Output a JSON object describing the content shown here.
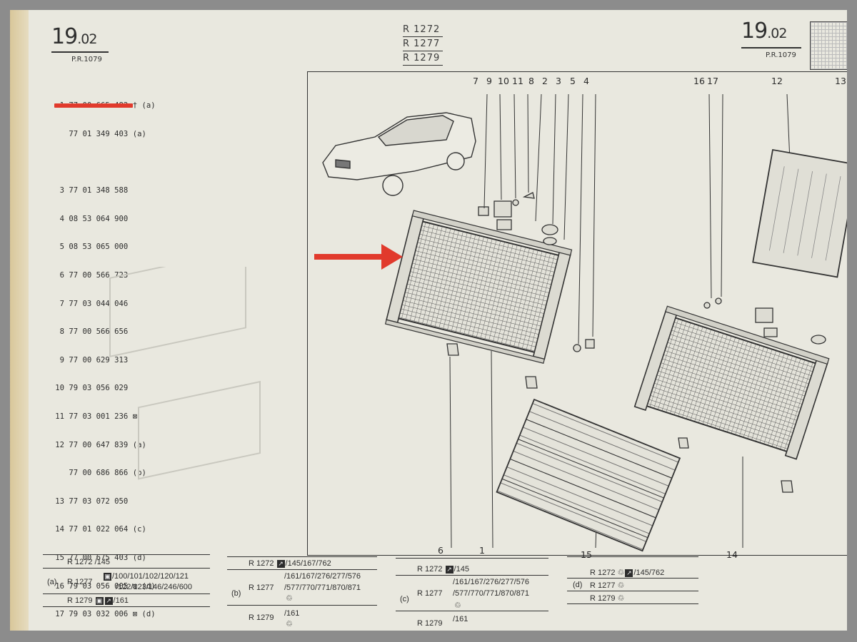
{
  "page_left": {
    "number": "19",
    "sub": ".02",
    "pr": "P.R.1079"
  },
  "page_right": {
    "number": "19",
    "sub": ".02",
    "pr": "P.R.1079"
  },
  "models_top": [
    "R 1272",
    "R 1277",
    "R 1279"
  ],
  "parts": [
    {
      "no": "1",
      "ref": "77 00 665 482",
      "note": "(a)",
      "sym": "†"
    },
    {
      "no": "",
      "ref": "77 01 349 403",
      "note": "(a)",
      "sym": ""
    },
    {
      "no": "3",
      "ref": "77 01 348 588",
      "note": "",
      "sym": ""
    },
    {
      "no": "4",
      "ref": "08 53 064 900",
      "note": "",
      "sym": ""
    },
    {
      "no": "5",
      "ref": "08 53 065 000",
      "note": "",
      "sym": ""
    },
    {
      "no": "6",
      "ref": "77 00 566 723",
      "note": "",
      "sym": ""
    },
    {
      "no": "7",
      "ref": "77 03 044 046",
      "note": "",
      "sym": ""
    },
    {
      "no": "8",
      "ref": "77 00 566 656",
      "note": "",
      "sym": ""
    },
    {
      "no": "9",
      "ref": "77 00 629 313",
      "note": "",
      "sym": ""
    },
    {
      "no": "10",
      "ref": "79 03 056 029",
      "note": "",
      "sym": ""
    },
    {
      "no": "11",
      "ref": "77 03 001 236",
      "note": "",
      "sym": "⊠"
    },
    {
      "no": "12",
      "ref": "77 00 647 839",
      "note": "(a)",
      "sym": ""
    },
    {
      "no": "",
      "ref": "77 00 686 866",
      "note": "(b)",
      "sym": ""
    },
    {
      "no": "13",
      "ref": "77 03 072 050",
      "note": "",
      "sym": ""
    },
    {
      "no": "14",
      "ref": "77 01 022 064",
      "note": "(c)",
      "sym": ""
    },
    {
      "no": "15",
      "ref": "77 00 675 403",
      "note": "(d)",
      "sym": ""
    },
    {
      "no": "16",
      "ref": "79 03 056 005",
      "note": "(d)",
      "sym": "⊠"
    },
    {
      "no": "17",
      "ref": "79 03 032 006",
      "note": "(d)",
      "sym": "⊠"
    }
  ],
  "callouts_top": [
    "7",
    "9",
    "10",
    "11",
    "8",
    "2",
    "3",
    "5",
    "4",
    "16",
    "17",
    "12",
    "13"
  ],
  "callouts_bottom": [
    "6",
    "1",
    "15",
    "14"
  ],
  "notes": {
    "a": {
      "tag": "(a)",
      "r1272": "R 1272",
      "r1272_codes": "/145",
      "r1277": "R 1277",
      "r1277_codes1": "/100/101/102/120/121",
      "r1277_codes2": "/122/123/146/246/600",
      "r1279": "R 1279",
      "r1279_codes": "/161"
    },
    "b": {
      "tag": "(b)",
      "r1272": "R 1272",
      "r1272_codes": "/145/167/762",
      "r1277": "R 1277",
      "r1277_codes1": "/161/167/276/277/576",
      "r1277_codes2": "/577/770/771/870/871",
      "r1279": "R 1279",
      "r1279_codes": "/161"
    },
    "c": {
      "tag": "(c)",
      "r1272": "R 1272",
      "r1272_codes": "/145",
      "r1277": "R 1277",
      "r1277_codes1": "/161/167/276/277/576",
      "r1277_codes2": "/577/770/771/870/871",
      "r1279": "R 1279",
      "r1279_codes": "/161"
    },
    "d": {
      "tag": "(d)",
      "r1272": "R 1272",
      "r1272_codes": "/145/762",
      "r1277": "R 1277",
      "r1279": "R 1279"
    }
  },
  "colors": {
    "highlight": "#e13a2c",
    "paper": "#e9e8df",
    "ink": "#2d2d2d"
  }
}
